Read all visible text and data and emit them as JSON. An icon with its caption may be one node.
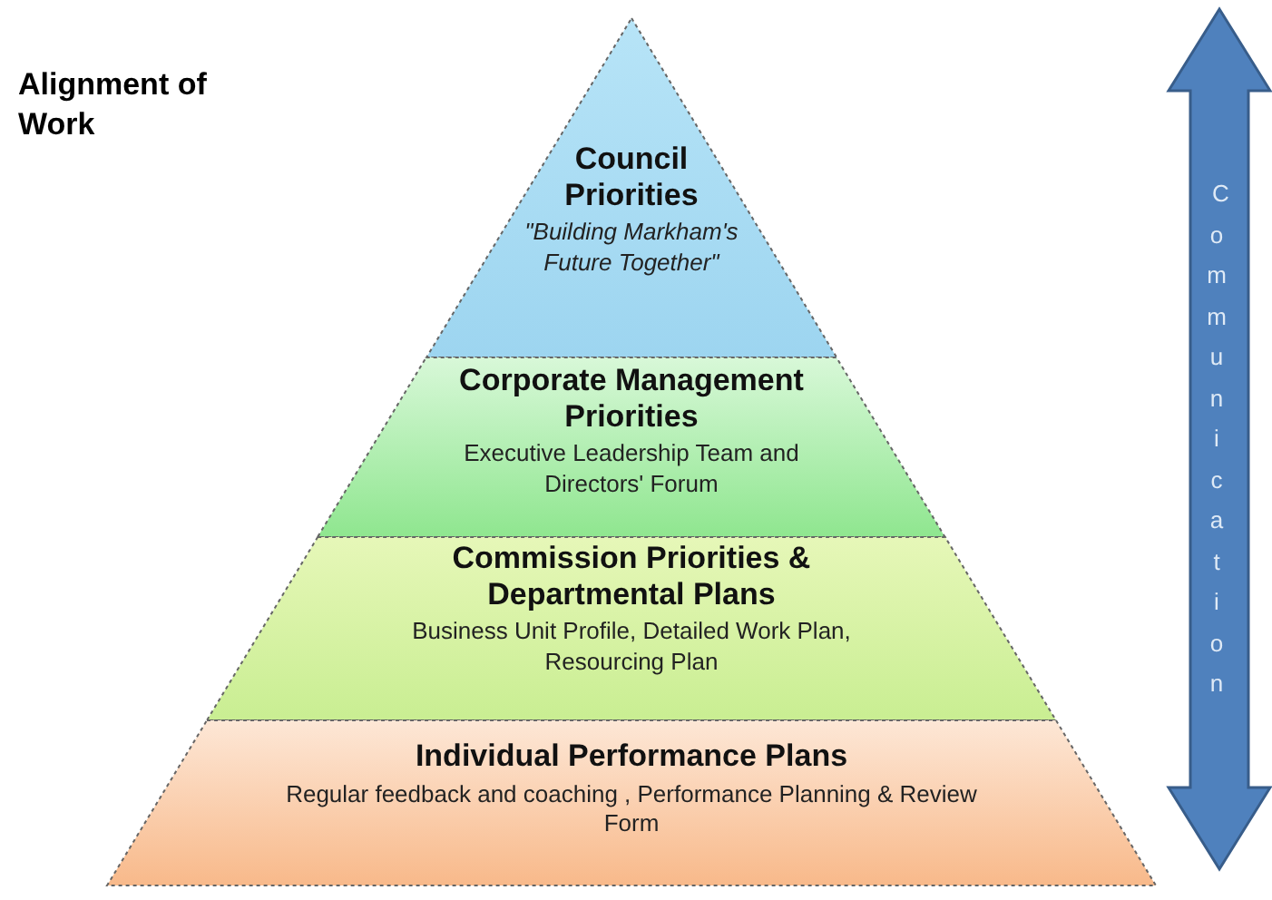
{
  "diagram": {
    "title": "Alignment of Work",
    "nodes": [
      {
        "text": [
          "Council Priorities",
          "\"Building Markham's Future Together\""
        ]
      },
      {
        "text": [
          "Corporate Management Priorities",
          "Executive Leadership Team and Directors' Forum"
        ]
      },
      {
        "text": [
          "Commission Priorities & Departmental Plans",
          "Business Unit Profile, Detailed Work Plan, Resourcing Plan"
        ]
      },
      {
        "text": [
          "Individual Performance Plans",
          "Regular feedback and coaching , Performance Planning & Review Form"
        ]
      },
      {
        "text": [
          "Communication"
        ]
      }
    ],
    "edges": []
  }
}
